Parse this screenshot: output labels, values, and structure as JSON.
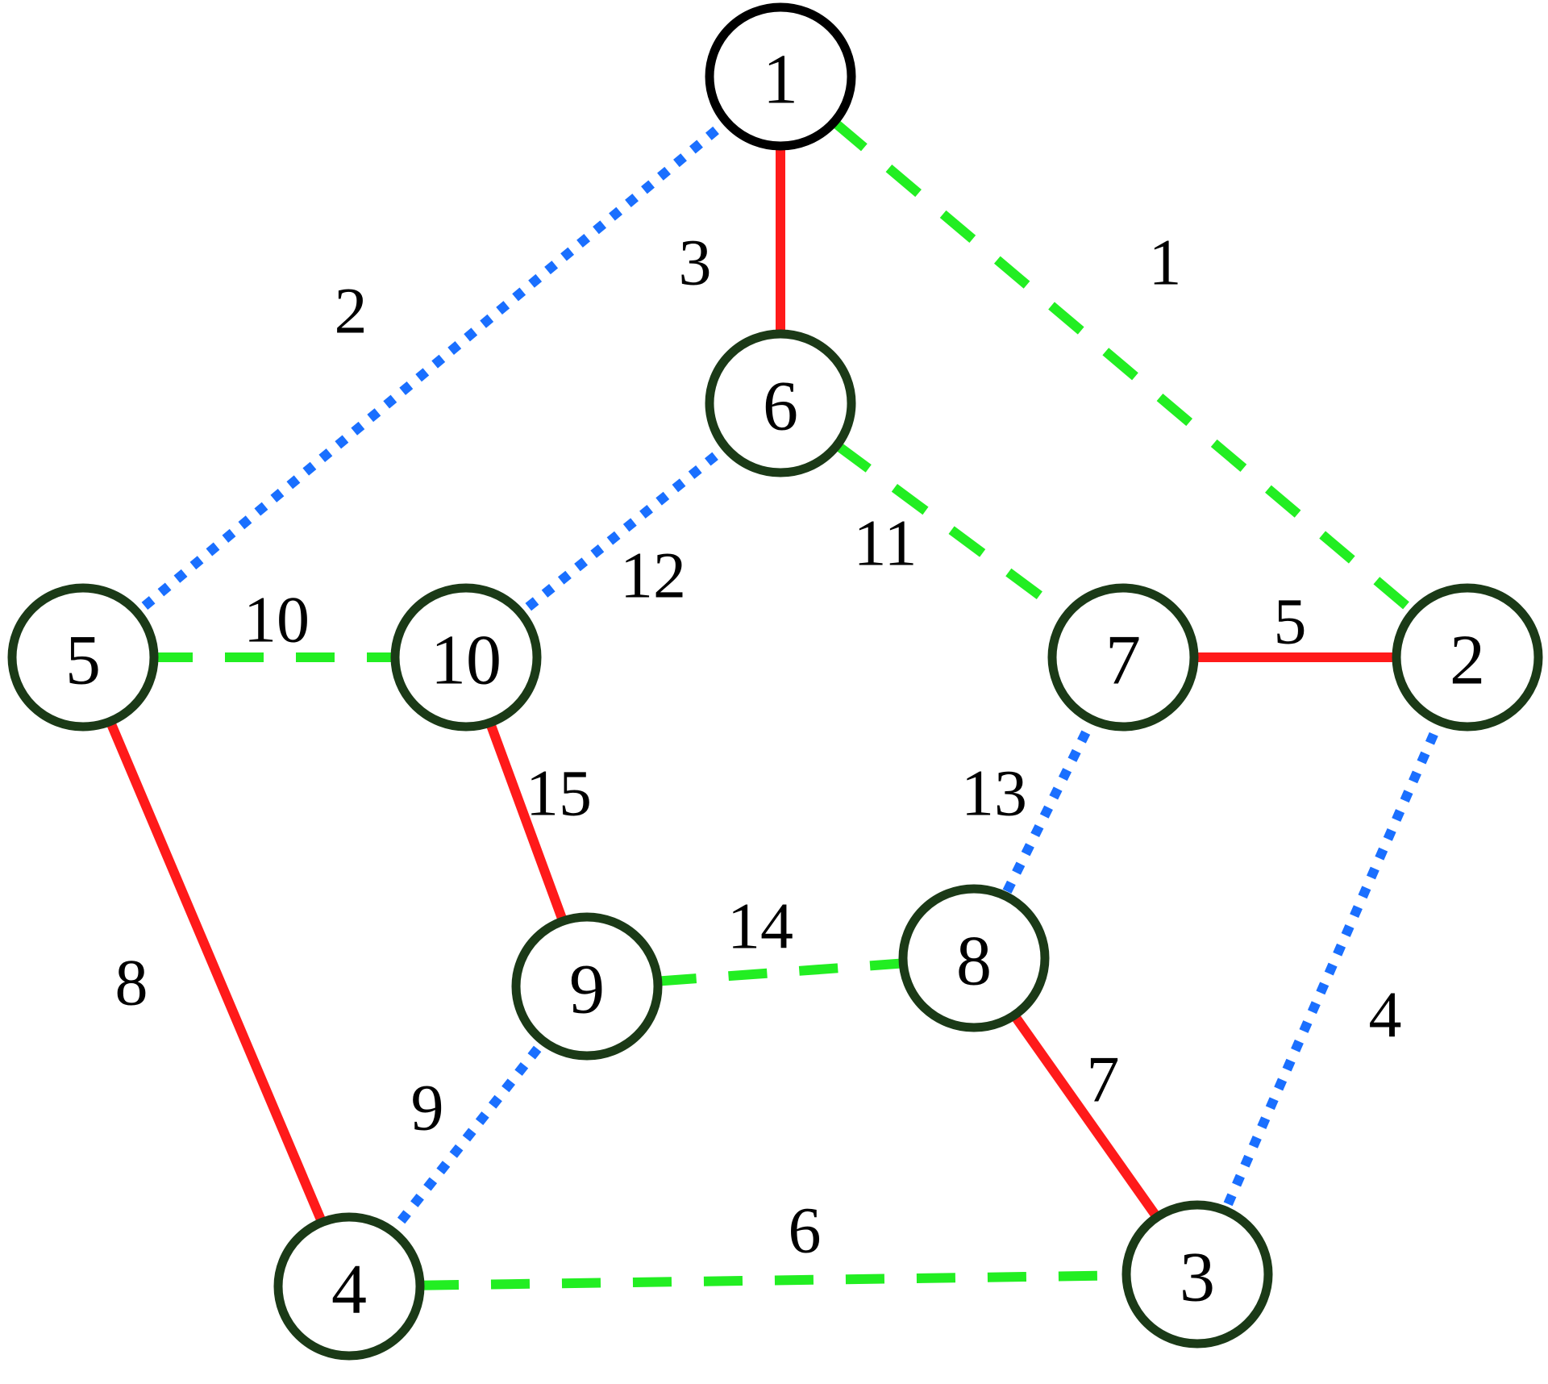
{
  "graph": {
    "colors": {
      "node_start": "#000000",
      "node": "#1b3a17",
      "solid": "#ff1a1a",
      "dashed": "#22ee22",
      "dotted": "#1a6fff"
    },
    "nodes": [
      {
        "id": "1",
        "label": "1",
        "start": true
      },
      {
        "id": "2",
        "label": "2"
      },
      {
        "id": "3",
        "label": "3"
      },
      {
        "id": "4",
        "label": "4"
      },
      {
        "id": "5",
        "label": "5"
      },
      {
        "id": "6",
        "label": "6"
      },
      {
        "id": "7",
        "label": "7"
      },
      {
        "id": "8",
        "label": "8"
      },
      {
        "id": "9",
        "label": "9"
      },
      {
        "id": "10",
        "label": "10"
      }
    ],
    "edges": [
      {
        "from": "1",
        "to": "2",
        "weight": "1",
        "style": "dashed"
      },
      {
        "from": "1",
        "to": "5",
        "weight": "2",
        "style": "dotted"
      },
      {
        "from": "1",
        "to": "6",
        "weight": "3",
        "style": "solid"
      },
      {
        "from": "2",
        "to": "3",
        "weight": "4",
        "style": "dotted"
      },
      {
        "from": "7",
        "to": "2",
        "weight": "5",
        "style": "solid"
      },
      {
        "from": "4",
        "to": "3",
        "weight": "6",
        "style": "dashed"
      },
      {
        "from": "8",
        "to": "3",
        "weight": "7",
        "style": "solid"
      },
      {
        "from": "5",
        "to": "4",
        "weight": "8",
        "style": "solid"
      },
      {
        "from": "4",
        "to": "9",
        "weight": "9",
        "style": "dotted"
      },
      {
        "from": "5",
        "to": "10",
        "weight": "10",
        "style": "dashed"
      },
      {
        "from": "6",
        "to": "7",
        "weight": "11",
        "style": "dashed"
      },
      {
        "from": "6",
        "to": "10",
        "weight": "12",
        "style": "dotted"
      },
      {
        "from": "7",
        "to": "8",
        "weight": "13",
        "style": "dotted"
      },
      {
        "from": "9",
        "to": "8",
        "weight": "14",
        "style": "dashed"
      },
      {
        "from": "10",
        "to": "9",
        "weight": "15",
        "style": "solid"
      }
    ]
  }
}
